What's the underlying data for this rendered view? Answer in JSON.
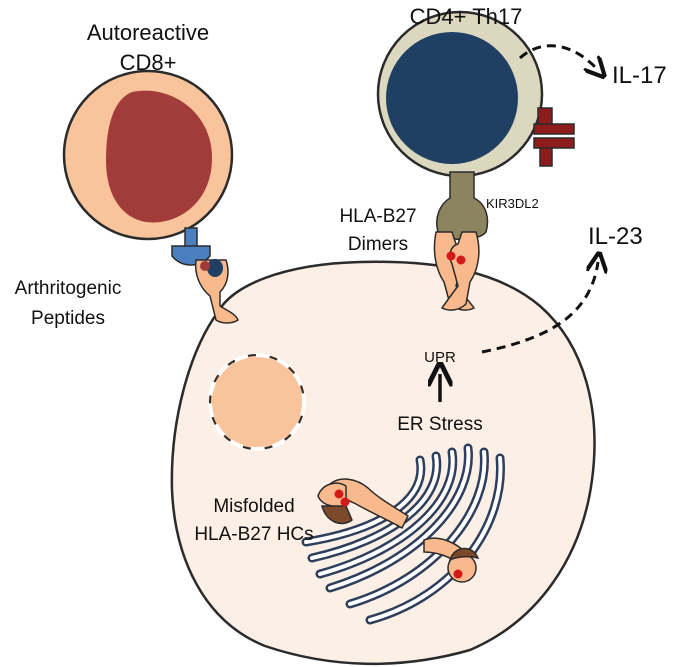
{
  "labels": {
    "autoreactive_line1": "Autoreactive",
    "autoreactive_line2": "CD8+",
    "cd4_th17": "CD4+ Th17",
    "il17": "IL-17",
    "kir3dl2": "KIR3DL2",
    "hla_dimers_line1": "HLA-B27",
    "hla_dimers_line2": "Dimers",
    "il23": "IL-23",
    "arthritogenic_line1": "Arthritogenic",
    "arthritogenic_line2": "Peptides",
    "upr": "UPR",
    "er_stress": "ER Stress",
    "misfolded_line1": "Misfolded",
    "misfolded_line2": "HLA-B27 HCs"
  },
  "colors": {
    "cell_outline": "#2b2b2b",
    "target_cell_fill": "#fcefe6",
    "cd8_cytoplasm": "#f9c49c",
    "cd8_nucleus": "#a23c3a",
    "th17_cytoplasm": "#dcd8c0",
    "th17_nucleus": "#1f3f63",
    "hla_molecule": "#f8b98c",
    "peptide_red": "#d21a1a",
    "tcr_blue": "#4a7fc0",
    "kir_olive": "#8c845f",
    "receptor_darkred": "#8e1c1c",
    "er_membrane": "#2d3f5c",
    "misfolded_brown": "#7b4a2a"
  }
}
